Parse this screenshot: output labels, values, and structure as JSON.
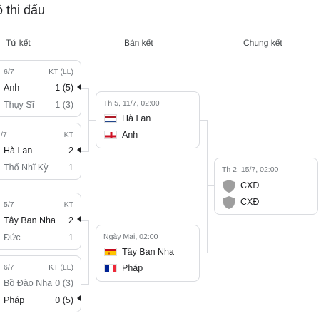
{
  "title": "ồ thi đấu",
  "columns": {
    "qf": "Tứ kết",
    "sf": "Bán kết",
    "final": "Chung kết"
  },
  "quarterfinals": [
    {
      "date": "6/7",
      "status": "KT (LL)",
      "t1": "Anh",
      "s1": "1 (5)",
      "t2": "Thụy Sĩ",
      "s2": "1 (3)"
    },
    {
      "date": "/7",
      "status": "KT",
      "t1": "Hà Lan",
      "s1": "2",
      "t2": "Thổ Nhĩ Kỳ",
      "s2": "1"
    },
    {
      "date": "5/7",
      "status": "KT",
      "t1": "Tây Ban Nha",
      "s1": "2",
      "t2": "Đức",
      "s2": "1"
    },
    {
      "date": "6/7",
      "status": "KT (LL)",
      "t1": "Bồ Đào Nha",
      "s1": "0 (3)",
      "t2": "Pháp",
      "s2": "0 (5)"
    }
  ],
  "semifinals": [
    {
      "date": "Th 5, 11/7, 02:00",
      "t1": "Hà Lan",
      "t2": "Anh"
    },
    {
      "date": "Ngày Mai, 02:00",
      "t1": "Tây Ban Nha",
      "t2": "Pháp"
    }
  ],
  "final": {
    "date": "Th 2, 15/7, 02:00",
    "t1": "CXĐ",
    "t2": "CXĐ"
  },
  "icons": {
    "netherlands": "netherlands-flag-icon",
    "england": "england-flag-icon",
    "spain": "spain-flag-icon",
    "france": "france-flag-icon",
    "tbd": "shield-icon"
  },
  "colors": {
    "border": "#dadce0",
    "muted": "#70757a",
    "text": "#202124",
    "shield": "#9e9e9e"
  }
}
